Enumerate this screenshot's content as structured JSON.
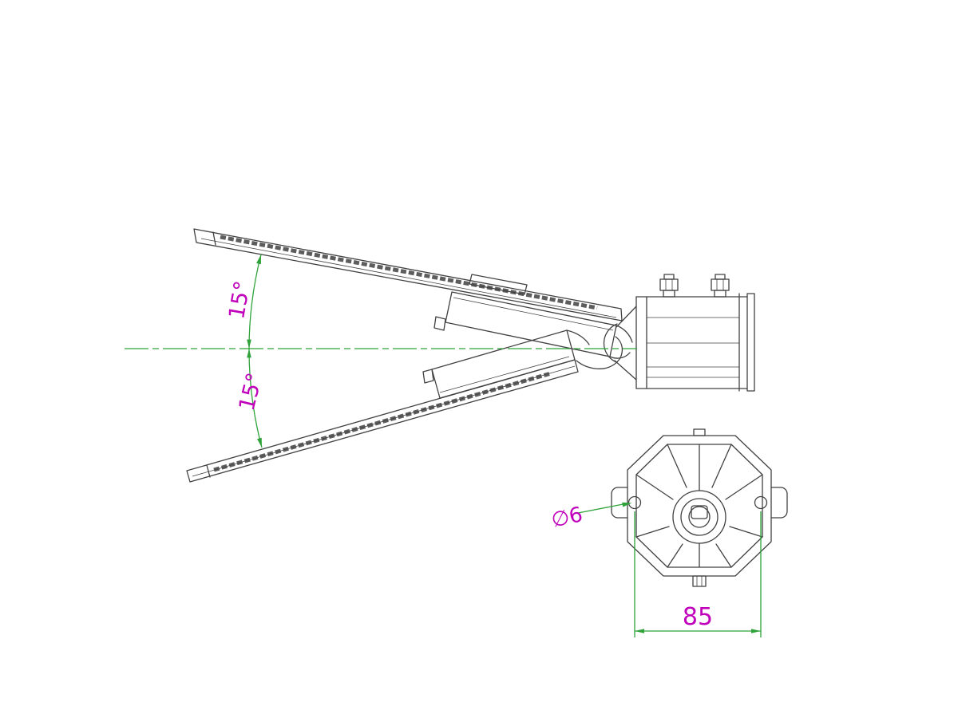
{
  "colors": {
    "line": "#414141",
    "green": "#2fa33a",
    "magenta": "#c000bb",
    "background": "#ffffff"
  },
  "annotations": {
    "angle_upper": "15°",
    "angle_lower": "15°",
    "hole_diameter": "∅6",
    "hole_spacing": "85"
  }
}
